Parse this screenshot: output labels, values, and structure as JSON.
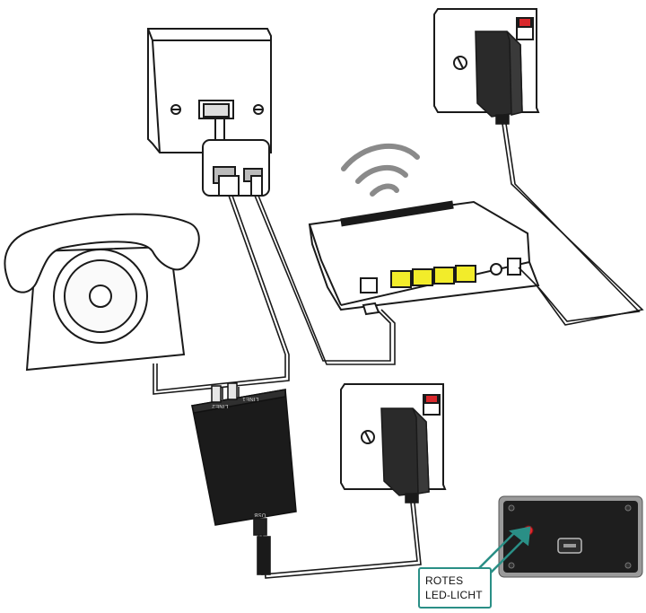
{
  "adapter": {
    "port_label_1": "LINE2",
    "port_label_2": "LINE1",
    "usb_label": "USB"
  },
  "callout": {
    "line1": "ROTES",
    "line2": "LED-LICHT"
  },
  "colors": {
    "outline": "#1a1a1a",
    "router_ports": "#f2ec2a",
    "led_red": "#e3262b",
    "socket_switch_red": "#d9282c",
    "callout_accent": "#2a8f86",
    "device_body": "#1b1b1b"
  },
  "icons": [
    "wifi-signal-icon",
    "rotary-phone-icon",
    "router-icon",
    "wall-socket-icon",
    "power-adapter-icon",
    "usb-cable-icon"
  ]
}
